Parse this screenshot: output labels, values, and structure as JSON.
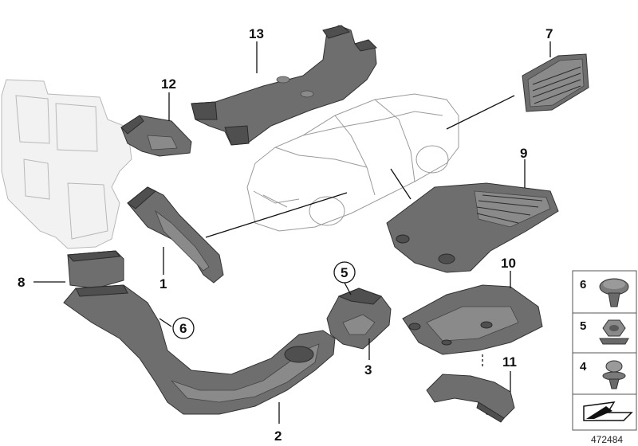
{
  "callouts": {
    "c1": "1",
    "c2": "2",
    "c3": "3",
    "c5": "5",
    "c6": "6",
    "c7": "7",
    "c8": "8",
    "c9": "9",
    "c10": "10",
    "c11": "11",
    "c12": "12",
    "c13": "13"
  },
  "legend": {
    "items": [
      {
        "label": "6",
        "icon": "expanding-rivet-icon"
      },
      {
        "label": "5",
        "icon": "hex-nut-icon"
      },
      {
        "label": "4",
        "icon": "clip-fastener-icon"
      }
    ],
    "arrow_icon": "direction-arrow-icon"
  },
  "reference_number": "472484",
  "colors": {
    "part": "#6e6e6e",
    "outline": "#333333",
    "car_outline": "#9a9a9a"
  }
}
